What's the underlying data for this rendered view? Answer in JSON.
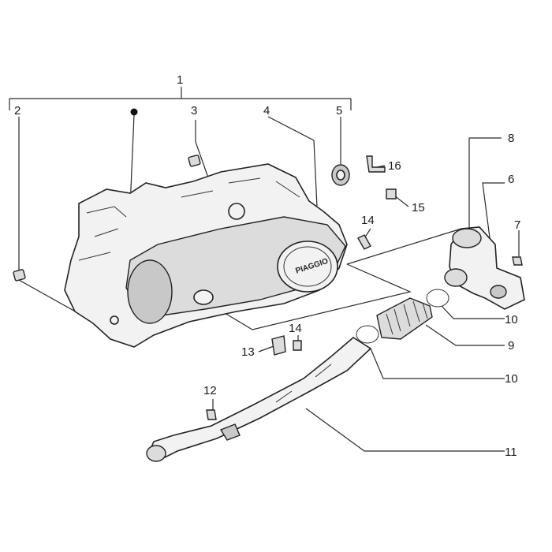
{
  "diagram": {
    "brand_logo": "PIAGGIO",
    "callouts": [
      {
        "id": "1",
        "label": "1"
      },
      {
        "id": "2",
        "label": "2"
      },
      {
        "id": "3",
        "label": "3"
      },
      {
        "id": "4",
        "label": "4"
      },
      {
        "id": "5",
        "label": "5"
      },
      {
        "id": "6",
        "label": "6"
      },
      {
        "id": "7",
        "label": "7"
      },
      {
        "id": "8",
        "label": "8"
      },
      {
        "id": "9",
        "label": "9"
      },
      {
        "id": "10a",
        "label": "10"
      },
      {
        "id": "10b",
        "label": "10"
      },
      {
        "id": "11",
        "label": "11"
      },
      {
        "id": "12",
        "label": "12"
      },
      {
        "id": "13",
        "label": "13"
      },
      {
        "id": "14a",
        "label": "14"
      },
      {
        "id": "14b",
        "label": "14"
      },
      {
        "id": "15",
        "label": "15"
      },
      {
        "id": "16",
        "label": "16"
      }
    ]
  }
}
